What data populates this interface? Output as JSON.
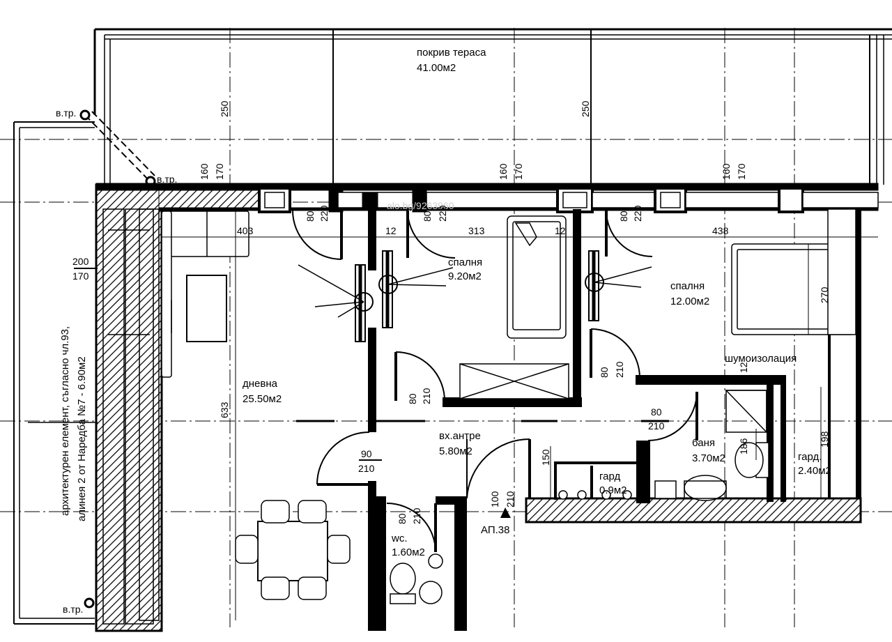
{
  "watermark": "alo.bg/9263960",
  "terrace": {
    "name": "покрив тераса",
    "area": "41.00м2"
  },
  "rooms": {
    "living": {
      "name": "дневна",
      "area": "25.50м2"
    },
    "bedroom_small": {
      "name": "спалня",
      "area": "9.20м2"
    },
    "bedroom_large": {
      "name": "спалня",
      "area": "12.00м2"
    },
    "entrance": {
      "name": "вх.антре",
      "area": "5.80м2"
    },
    "bath": {
      "name": "баня",
      "area": "3.70м2"
    },
    "wardrobe_large": {
      "name": "гард.",
      "area": "2.40м2"
    },
    "wardrobe_small": {
      "name": "гард",
      "area": "0.9м2"
    },
    "wc": {
      "name": "wc.",
      "area": "1.60м2"
    }
  },
  "labels": {
    "vtr_top": "в.тр.",
    "vtr_mid": "в.тр.",
    "vtr_bottom": "в.тр.",
    "soundproof": "шумоизолация",
    "apartment": "АП.38",
    "arch_line1": "архитектурен елемент, съгласно чл.93,",
    "arch_line2": "алинея 2 от Наредба №7 - 6.90м2"
  },
  "dims": {
    "terrace_h1": "250",
    "terrace_h2": "250",
    "w1_top": "160",
    "w1_bot": "170",
    "w2_top": "160",
    "w2_bot": "170",
    "w3_top": "160",
    "w3_bot": "170",
    "d1_top": "80",
    "d1_bot": "220",
    "d2_top": "80",
    "d2_bot": "220",
    "d3_top": "80",
    "d3_bot": "220",
    "len_403": "403",
    "len_12a": "12",
    "len_313": "313",
    "len_12b": "12",
    "len_438": "438",
    "len_270": "270",
    "win_left_top": "200",
    "win_left_bot": "170",
    "len_633": "633",
    "db1_top": "80",
    "db1_bot": "210",
    "db2_top": "80",
    "db2_bot": "210",
    "db3_top": "80",
    "db3_bot": "210",
    "dl_top": "90",
    "dl_bot": "210",
    "de_top": "100",
    "de_bot": "210",
    "dwc_top": "80",
    "dwc_bot": "210",
    "len_150": "150",
    "len_198": "198",
    "len_186": "186",
    "len_12c": "12"
  },
  "colors": {
    "ink": "#000000",
    "paper": "#ffffff",
    "watermark": "#cfcfcf"
  }
}
